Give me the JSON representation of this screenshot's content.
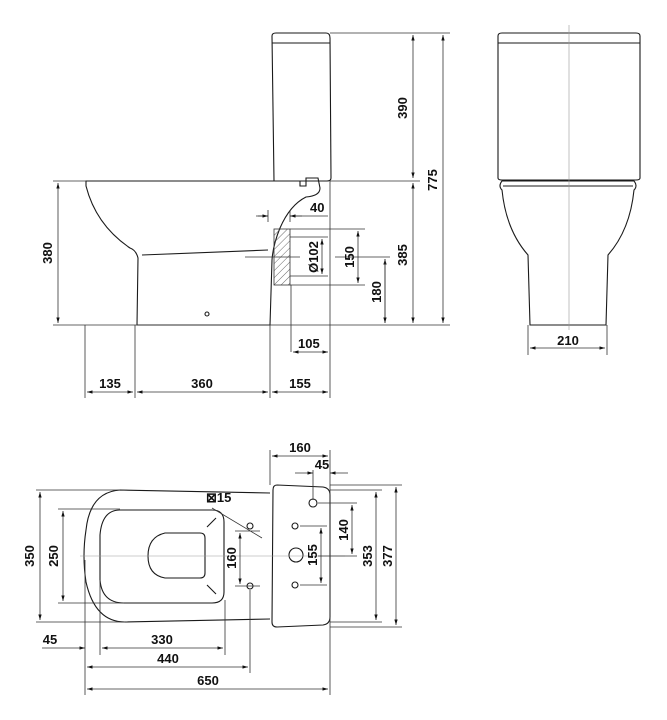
{
  "side_view": {
    "height_bowl": "380",
    "height_tank": "390",
    "height_total": "775",
    "height_to_tank": "385",
    "outlet_offset": "40",
    "outlet_diameter": "Ø102",
    "outlet_height": "150",
    "outlet_center_height": "180",
    "outlet_wall_distance": "105",
    "front_overhang": "135",
    "base_length": "360",
    "rear_depth": "155"
  },
  "front_view": {
    "base_width": "210"
  },
  "top_view": {
    "tank_depth": "160",
    "hole_offset": "45",
    "fixing_hole": "⊠15",
    "bowl_width": "350",
    "seat_opening_width": "250",
    "fixing_spacing": "160",
    "tank_hole_spacing": "155",
    "tank_hole_distance": "140",
    "tank_inner_width": "353",
    "tank_width": "377",
    "front_offset": "45",
    "seat_length": "330",
    "fixing_distance": "440",
    "total_length": "650"
  }
}
